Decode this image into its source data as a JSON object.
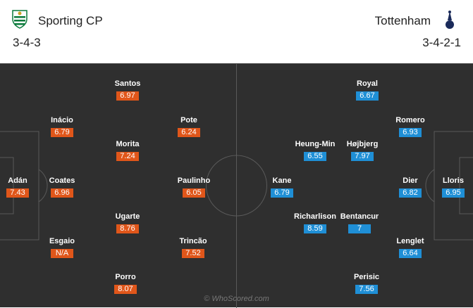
{
  "home": {
    "name": "Sporting CP",
    "formation": "3-4-3",
    "crest_icon": "sporting-crest-icon",
    "rating_color": "#e0561a",
    "players": [
      {
        "name": "Adán",
        "rating": "7.43"
      },
      {
        "name": "Inácio",
        "rating": "6.79"
      },
      {
        "name": "Coates",
        "rating": "6.96"
      },
      {
        "name": "Esgaio",
        "rating": "N/A"
      },
      {
        "name": "Santos",
        "rating": "6.97"
      },
      {
        "name": "Morita",
        "rating": "7.24"
      },
      {
        "name": "Ugarte",
        "rating": "8.76"
      },
      {
        "name": "Porro",
        "rating": "8.07"
      },
      {
        "name": "Pote",
        "rating": "6.24"
      },
      {
        "name": "Paulinho",
        "rating": "6.05"
      },
      {
        "name": "Trincão",
        "rating": "7.52"
      }
    ]
  },
  "away": {
    "name": "Tottenham",
    "formation": "3-4-2-1",
    "crest_icon": "tottenham-crest-icon",
    "rating_color": "#1f8fd6",
    "players": [
      {
        "name": "Lloris",
        "rating": "6.95"
      },
      {
        "name": "Romero",
        "rating": "6.93"
      },
      {
        "name": "Dier",
        "rating": "6.82"
      },
      {
        "name": "Lenglet",
        "rating": "6.64"
      },
      {
        "name": "Royal",
        "rating": "6.67"
      },
      {
        "name": "Højbjerg",
        "rating": "7.97"
      },
      {
        "name": "Bentancur",
        "rating": "7"
      },
      {
        "name": "Perisic",
        "rating": "7.56"
      },
      {
        "name": "Heung-Min",
        "rating": "6.55"
      },
      {
        "name": "Richarlison",
        "rating": "8.59"
      },
      {
        "name": "Kane",
        "rating": "6.79"
      }
    ]
  },
  "watermark": "© WhoScored.com",
  "pitch_color": "#2f2f2f"
}
